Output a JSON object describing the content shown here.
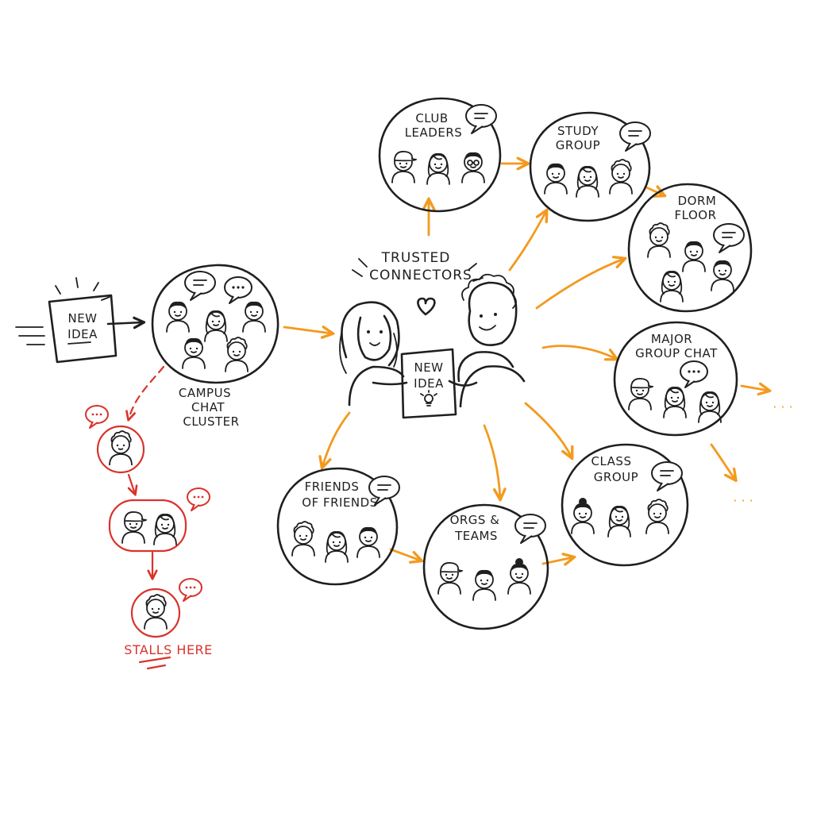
{
  "new_idea_note": {
    "line1": "NEW",
    "line2": "IDEA"
  },
  "campus_cluster": {
    "line1": "CAMPUS",
    "line2": "CHAT",
    "line3": "CLUSTER"
  },
  "connectors": {
    "line1": "TRUSTED",
    "line2": "CONNECTORS",
    "paper_line1": "NEW",
    "paper_line2": "IDEA"
  },
  "groups": {
    "club_leaders": {
      "line1": "CLUB",
      "line2": "LEADERS"
    },
    "study_group": {
      "line1": "STUDY",
      "line2": "GROUP"
    },
    "dorm_floor": {
      "line1": "DORM",
      "line2": "FLOOR"
    },
    "major_group_chat": {
      "line1": "MAJOR",
      "line2": "GROUP CHAT"
    },
    "class_group": {
      "line1": "CLASS",
      "line2": "GROUP"
    },
    "orgs_teams": {
      "line1": "ORGS &",
      "line2": "TEAMS"
    },
    "friends_of_friends": {
      "line1": "FRIENDS",
      "line2": "OF FRIENDS"
    }
  },
  "stall": {
    "label": "STALLS HERE"
  },
  "continuation": {
    "mark": "· · ·"
  },
  "colors": {
    "ink": "#1f1f1f",
    "spread_arrow": "#f39a1e",
    "stall_path": "#d8342b"
  }
}
